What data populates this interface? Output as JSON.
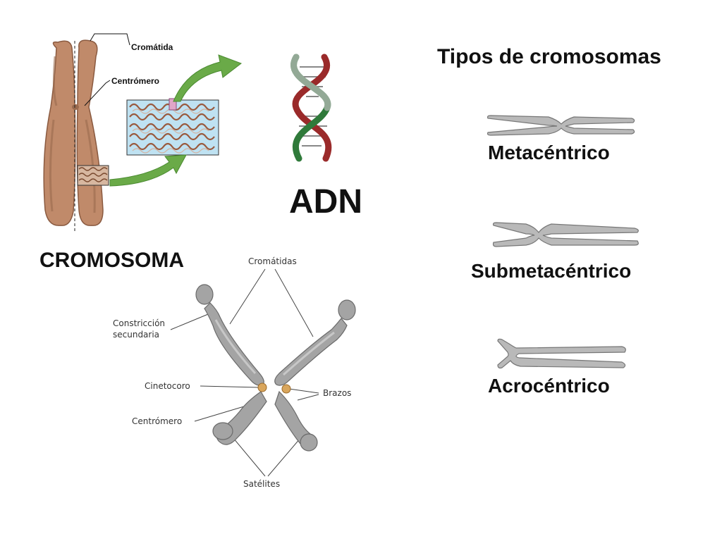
{
  "chromosome_figure": {
    "label_chromatid": "Cromátida",
    "label_centromere": "Centrómero",
    "title": "CROMOSOMA"
  },
  "dna": {
    "title": "ADN"
  },
  "types": {
    "title": "Tipos de cromosomas",
    "items": [
      {
        "label": "Metacéntrico",
        "kind": "metacentric"
      },
      {
        "label": "Submetacéntrico",
        "kind": "submetacentric"
      },
      {
        "label": "Acrocéntrico",
        "kind": "acrocentric"
      }
    ]
  },
  "structure_diagram": {
    "label_chromatids": "Cromátidas",
    "label_secondary_constriction_line1": "Constricción",
    "label_secondary_constriction_line2": "secundaria",
    "label_kinetochore": "Cinetocoro",
    "label_centromere": "Centrómero",
    "label_arms": "Brazos",
    "label_satellites": "Satélites"
  },
  "colors": {
    "chromosome_brown": "#c08a6a",
    "chromosome_shadow": "#9a6a4e",
    "arrow_green": "#6aaa48",
    "dna_red": "#9a2a2a",
    "dna_green": "#2f7a3a",
    "chromosome_gray": "#a4a4a4",
    "kinetochore": "#d9a65c"
  }
}
